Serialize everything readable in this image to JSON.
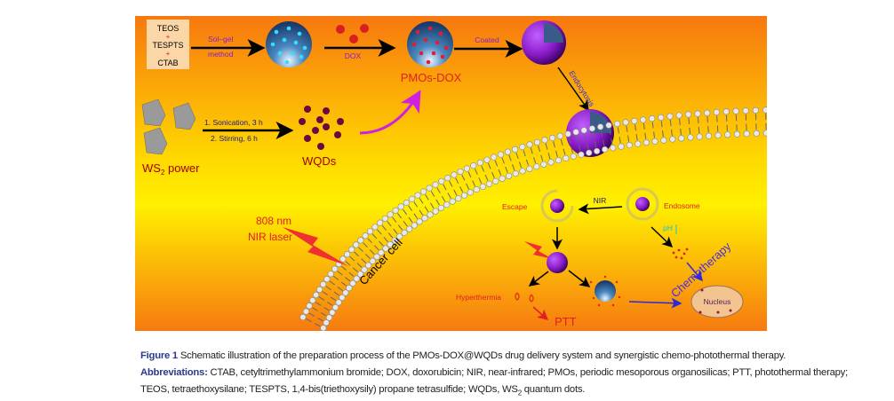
{
  "figure": {
    "reagents": [
      "TEOS",
      "+",
      "TESPTS",
      "+",
      "CTAB"
    ],
    "solgel_label_1": "Sol–gel",
    "solgel_label_2": "method",
    "dox_label": "DOX",
    "pmos_dox_label": "PMOs-DOX",
    "coated_label": "Coated",
    "endocytosis_label": "Endocytosis",
    "ws2_label": "WS",
    "ws2_sub": "2",
    "ws2_suffix": " power",
    "step1_label": "1. Sonication, 3 h",
    "step2_label": "2. Stirring, 6 h",
    "wqds_label": "WQDs",
    "laser_label_1": "808 nm",
    "laser_label_2": "NIR laser",
    "cancer_cell_label": "Cancer cell",
    "nir_label": "NIR",
    "escape_label": "Escape",
    "endosome_label": "Endosome",
    "ph_label": "pH",
    "hyperthermia_label": "Hyperthermia",
    "ptt_label": "PTT",
    "chemotherapy_label": "Chemotherapy",
    "nucleus_label": "Nucleus",
    "colors": {
      "bg_top": "#f7780f",
      "bg_mid": "#ffef00",
      "bg_bottom": "#f77a10",
      "purple": "#8a1cc8",
      "red": "#e02020",
      "blue": "#2a2ad8"
    }
  },
  "caption": {
    "figure_label": "Figure 1",
    "figure_text": " Schematic illustration of the preparation process of the PMOs-DOX@WQDs drug delivery system and synergistic chemo-photothermal therapy.",
    "abbrev_label": "Abbreviations:",
    "abbrev_text_1": " CTAB, cetyltrimethylammonium bromide; DOX, doxorubicin; NIR, near-infrared; PMOs, periodic mesoporous organosilicas; PTT, photothermal therapy;",
    "abbrev_text_2": "TEOS, tetraethoxysilane; TESPTS, 1,4-bis(triethoxysily) propane tetrasulfide; WQDs, WS",
    "abbrev_sub": "2",
    "abbrev_text_3": " quantum dots."
  }
}
